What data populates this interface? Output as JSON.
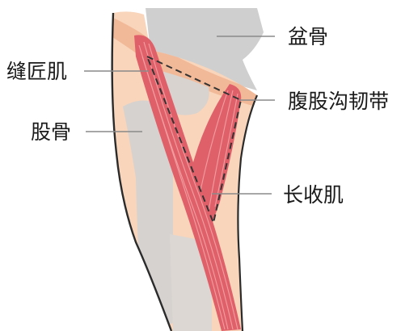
{
  "labels": {
    "pelvis": "盆骨",
    "sartorius": "缝匠肌",
    "inguinal_ligament": "腹股沟韧带",
    "femur": "股骨",
    "adductor_longus": "长收肌"
  },
  "colors": {
    "skin": "#f8d5bb",
    "skin_outline": "#2b2b2b",
    "bone": "#cfcfcf",
    "pelvis_band": "#f2b998",
    "muscle": "#e0606a",
    "muscle_fiber": "#f2a5a8",
    "triangle_dash": "#333333",
    "leader_line": "#8a8a8a",
    "text": "#1a1a1a"
  }
}
